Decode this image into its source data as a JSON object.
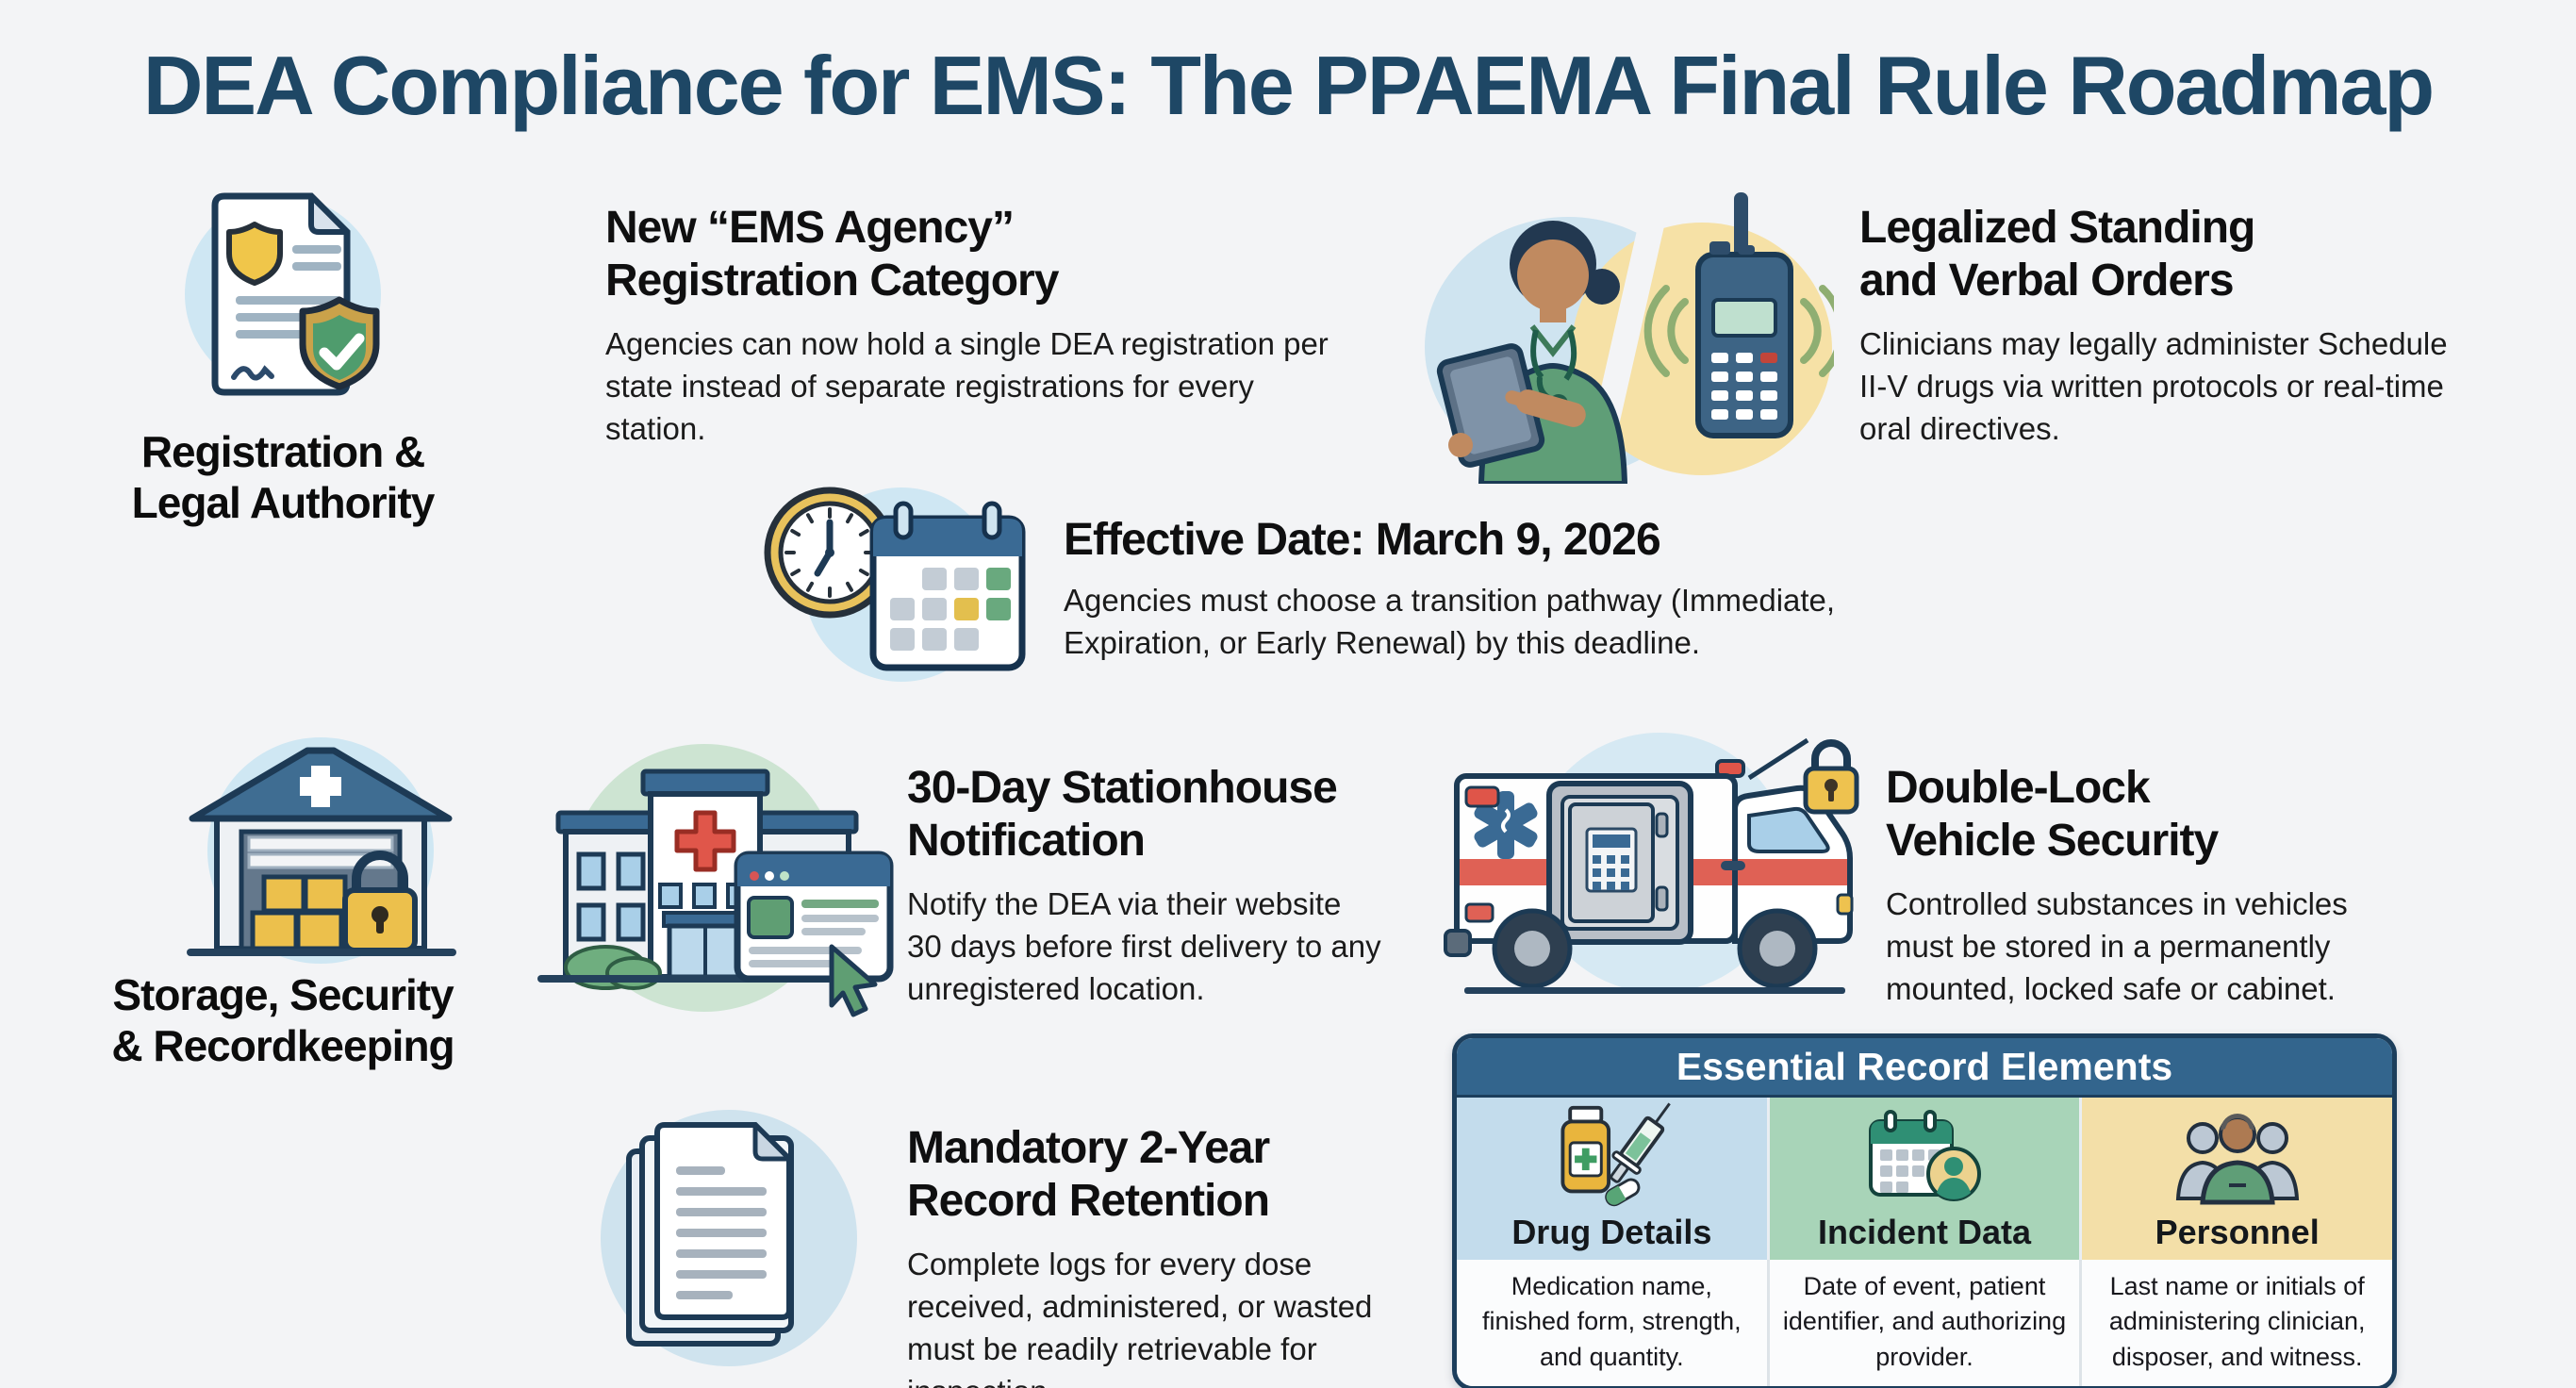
{
  "title": "DEA Compliance for EMS: The PPAEMA Final Rule Roadmap",
  "groups": {
    "registration": {
      "icon": "certificate-shield-icon",
      "label_lines": [
        "Registration &",
        "Legal Authority"
      ]
    },
    "storage": {
      "icon": "warehouse-lock-icon",
      "label_lines": [
        "Storage, Security",
        "& Recordkeeping"
      ]
    }
  },
  "cards": {
    "ems_agency": {
      "heading_lines": [
        "New “EMS Agency”",
        "Registration Category"
      ],
      "body": "Agencies can now hold a single DEA registration per state instead of separate registrations for every station."
    },
    "legalized_orders": {
      "icon": "paramedic-radio-icon",
      "heading_lines": [
        "Legalized Standing",
        "and Verbal Orders"
      ],
      "body": "Clinicians may legally administer Schedule II-V drugs via written protocols or real-time oral directives."
    },
    "effective_date": {
      "icon": "clock-calendar-icon",
      "heading_lines": [
        "Effective Date: March 9, 2026"
      ],
      "body": "Agencies must choose a transition pathway (Immediate, Expiration, or Early Renewal) by this deadline."
    },
    "stationhouse_notification": {
      "icon": "hospital-website-icon",
      "heading_lines": [
        "30-Day Stationhouse",
        "Notification"
      ],
      "body": "Notify the DEA via their website 30 days before first delivery to any unregistered location."
    },
    "vehicle_security": {
      "icon": "ambulance-safe-icon",
      "heading_lines": [
        "Double-Lock",
        "Vehicle Security"
      ],
      "body": "Controlled substances in vehicles must be stored in a permanently mounted, locked safe or cabinet."
    },
    "record_retention": {
      "icon": "documents-icon",
      "heading_lines": [
        "Mandatory 2-Year",
        "Record Retention"
      ],
      "body": "Complete logs for every dose received, administered, or wasted must be readily retrievable for inspection."
    }
  },
  "record_table": {
    "title": "Essential Record Elements",
    "columns": [
      {
        "label": "Drug Details",
        "icon": "medication-syringe-icon",
        "bg": "#c3dcec",
        "description": "Medication name, finished form, strength, and quantity."
      },
      {
        "label": "Incident Data",
        "icon": "calendar-person-icon",
        "bg": "#a8d4b8",
        "description": "Date of event, patient identifier, and authorizing provider."
      },
      {
        "label": "Personnel",
        "icon": "people-icon",
        "bg": "#f3dfa8",
        "description": "Last name or initials of administering clinician, disposer, and witness."
      }
    ]
  },
  "colors": {
    "page_background": "#f3f4f6",
    "title_text": "#1e4765",
    "heading_text": "#0f0f10",
    "body_text": "#1b1b1b",
    "table_header_bg": "#33658d",
    "table_border": "#1c3e5c",
    "drug_column_bg": "#c3dcec",
    "incident_column_bg": "#a8d4b8",
    "personnel_column_bg": "#f3dfa8",
    "icon_circle_blue": "#cfe7f3",
    "icon_circle_green": "#cde4d2",
    "icon_circle_yellow": "#f6e1a6"
  }
}
